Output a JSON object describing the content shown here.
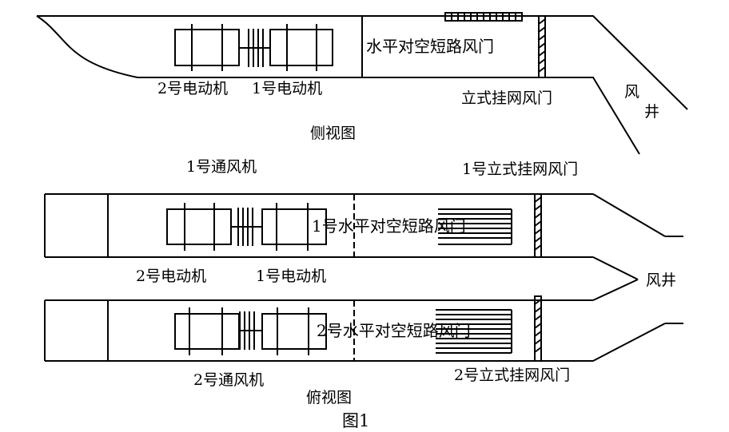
{
  "colors": {
    "ink": "#000000",
    "background": "#ffffff"
  },
  "side_view": {
    "shortcut_door": "水平对空短路风门",
    "hanging_door": "立式挂网风门",
    "motor_2": "2号电动机",
    "motor_1": "1号电动机",
    "shaft_char_1": "风",
    "shaft_char_2": "井",
    "view_title": "侧视图"
  },
  "top_view": {
    "fan_1": "1号通风机",
    "hanging_door_1": "1号立式挂网风门",
    "shortcut_door_1": "1号水平对空短路风门",
    "motor_2": "2号电动机",
    "motor_1": "1号电动机",
    "shaft": "风井",
    "shortcut_door_2": "2号水平对空短路风门",
    "fan_2": "2号通风机",
    "hanging_door_2": "2号立式挂网风门",
    "view_title": "俯视图"
  },
  "figure_caption": "图1"
}
